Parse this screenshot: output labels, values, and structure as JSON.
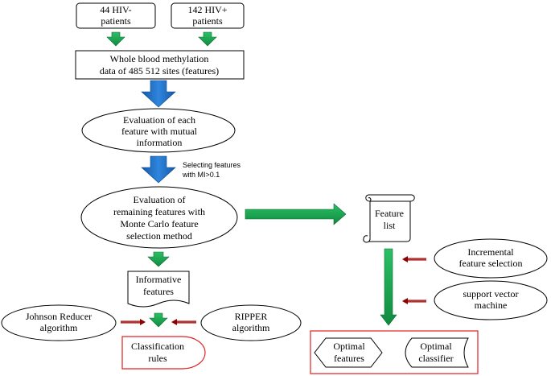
{
  "boxes": {
    "hiv_neg": [
      "44 HIV-",
      "patients"
    ],
    "hiv_pos": [
      "142 HIV+",
      "patients"
    ],
    "methylation": [
      "Whole blood methylation",
      "data of 485 512 sites (features)"
    ]
  },
  "ellipses": {
    "mutual_info": [
      "Evaluation of each",
      "feature with mutual",
      "information"
    ],
    "monte_carlo": [
      "Evaluation of",
      "remaining features with",
      "Monte Carlo feature",
      "selection method"
    ],
    "johnson": [
      "Johnson Reducer",
      "algorithm"
    ],
    "ripper": [
      "RIPPER",
      "algorithm"
    ],
    "incremental": [
      "Incremental",
      "feature selection"
    ],
    "svm": [
      "support vector",
      "machine"
    ]
  },
  "notes": {
    "selecting": [
      "Selecting features",
      "with MI>0.1"
    ]
  },
  "documents": {
    "informative": [
      "Informative",
      "features"
    ],
    "feature_list": [
      "Feature",
      "list"
    ]
  },
  "outputs": {
    "rules": [
      "Classification",
      "rules"
    ],
    "optimal_features": [
      "Optimal",
      "features"
    ],
    "optimal_classifier": [
      "Optimal",
      "classifier"
    ]
  },
  "colors": {
    "green_arrow": "#1aa752",
    "blue_arrow": "#1f6fc4",
    "red_arrow": "#c00000",
    "red_frame": "#e02020",
    "outline": "#000000"
  }
}
